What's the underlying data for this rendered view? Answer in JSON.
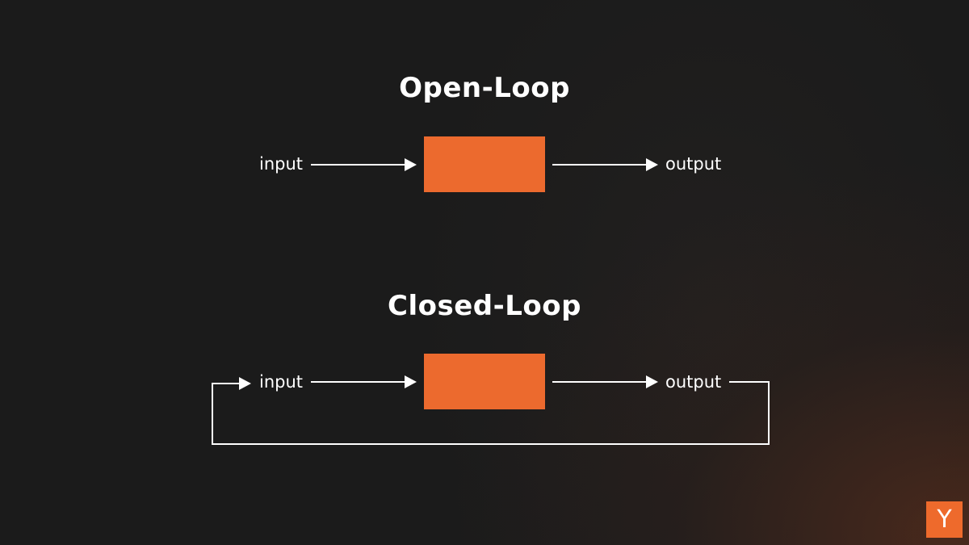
{
  "diagrams": {
    "open_loop": {
      "title": "Open-Loop",
      "input_label": "input",
      "output_label": "output"
    },
    "closed_loop": {
      "title": "Closed-Loop",
      "input_label": "input",
      "output_label": "output"
    }
  },
  "logo": {
    "letter": "Y"
  },
  "colors": {
    "background": "#1b1b1b",
    "block": "#ec6a2e",
    "line": "#ffffff",
    "logo": "#ee6a2c"
  }
}
